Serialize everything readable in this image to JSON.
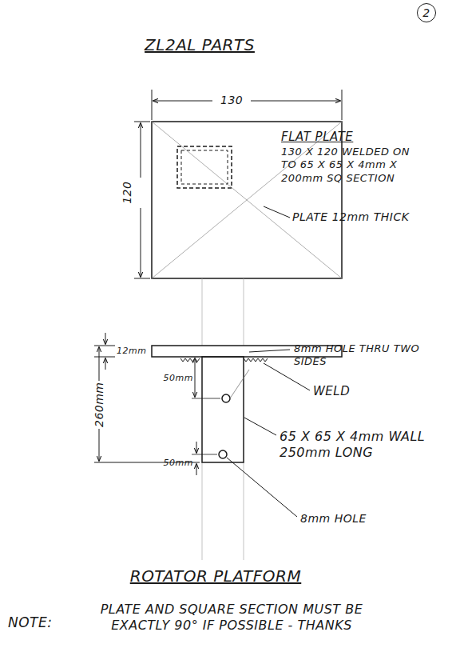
{
  "diagram": {
    "title": "ZL2AL PARTS",
    "caption": "ROTATOR PLATFORM",
    "labels": [
      "2",
      "130",
      "120",
      "FLAT PLATE",
      "130 X 120 WELDED ON TO 65 X 65 X 4mm X 200mm SQ SECTION",
      "PLATE 12mm THICK",
      "12mm",
      "8mm HOLE THRU TWO SIDES",
      "50mm",
      "WELD",
      "260mm",
      "65 X 65 X 4mm WALL 250mm LONG",
      "50mm",
      "8mm HOLE",
      "NOTE:",
      "PLATE AND SQUARE SECTION MUST BE EXACTLY 90° IF POSSIBLE - THANKS"
    ]
  }
}
